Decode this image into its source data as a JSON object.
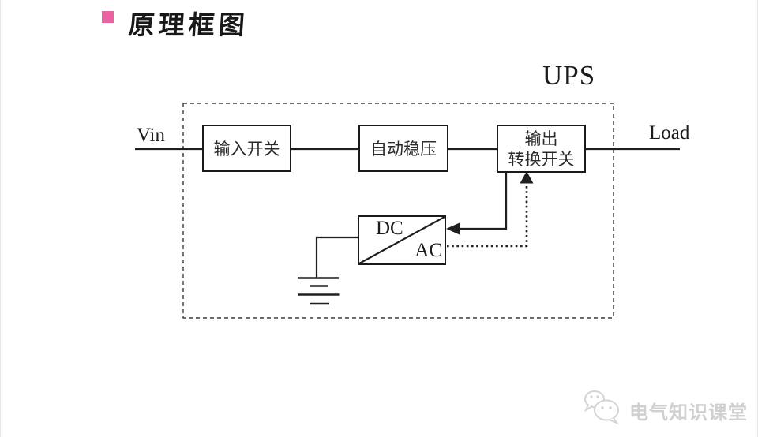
{
  "slide": {
    "title": "原理框图"
  },
  "diagram": {
    "container_label": "UPS",
    "input_label": "Vin",
    "output_label": "Load",
    "blocks": {
      "input_switch": {
        "label": "输入开关"
      },
      "regulator": {
        "label": "自动稳压"
      },
      "output_switch": {
        "line1": "输出",
        "line2": "转换开关"
      },
      "inverter": {
        "dc": "DC",
        "ac": "AC"
      }
    },
    "symbols": {
      "battery": "battery-symbol",
      "solid_feedback": "output-to-inverter-arrow",
      "dotted_feedback": "inverter-to-output-arrow"
    }
  },
  "watermark": {
    "brand": "电气知识课堂"
  },
  "colors": {
    "bullet": "#e8639f",
    "line": "#1f1f1f",
    "watermark": "#d0d0d0",
    "background": "#ffffff"
  }
}
